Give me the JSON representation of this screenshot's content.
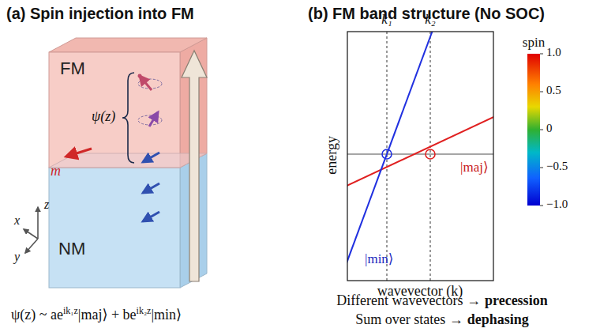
{
  "diagram": {
    "nodes": [
      {
        "text": [
          "FM"
        ]
      },
      {
        "text": [
          "NM"
        ]
      }
    ],
    "labels": [
      "(a) Spin injection into FM",
      "m",
      "ψ(z)",
      "x",
      "y",
      "z",
      "ψ(z) ~ ae",
      "ik₁z",
      "|maj⟩ + be",
      "ik₂z",
      "|min⟩",
      "(b) FM band structure (No SOC)",
      "k₁",
      "k₂",
      "energy",
      "wavevector (k)",
      "|maj⟩",
      "|min⟩",
      "spin",
      "1.0",
      "0.5",
      "0",
      "−0.5",
      "−1.0",
      "Different wavevectors →",
      "precession",
      "Sum over states →",
      "dephasing"
    ]
  }
}
